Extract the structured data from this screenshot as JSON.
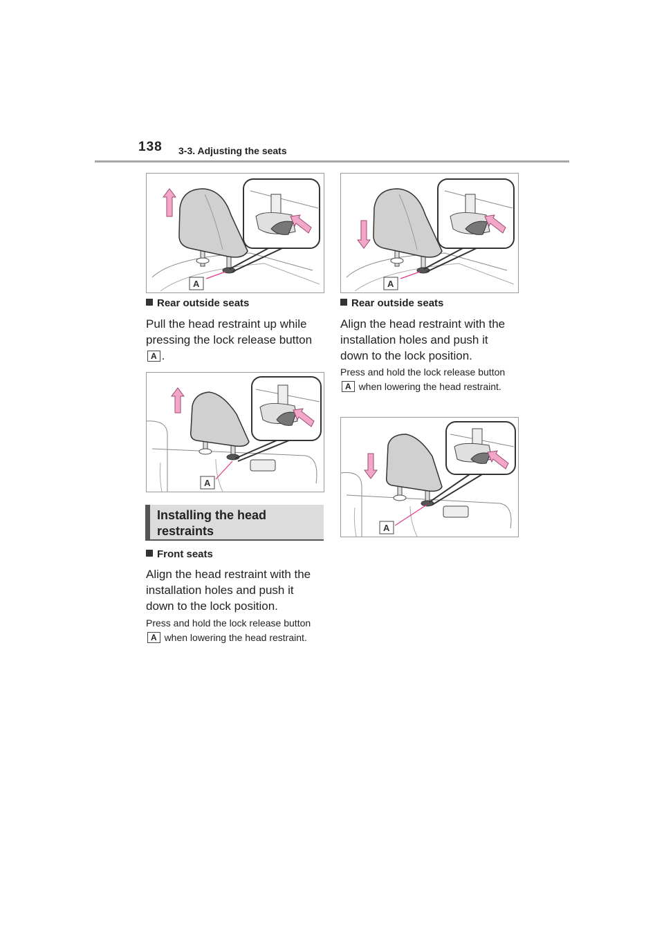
{
  "header": {
    "page_number": "138",
    "section": "3-3. Adjusting the seats"
  },
  "figure_label": "A",
  "left_column": {
    "rear_outside_heading": "Rear outside seats",
    "rear_outside_text": "Pull the head restraint up while pressing the lock release button",
    "rear_outside_period": ".",
    "install_section_title": "Installing the head restraints",
    "front_seats_heading": "Front seats",
    "front_seats_text": "Align the head restraint with the installation holes and push it down to the lock position.",
    "front_note_before": "Press and hold the lock release button",
    "front_note_after": "when lowering the head restraint."
  },
  "right_column": {
    "rear_outside_heading": "Rear outside seats",
    "rear_outside_text": "Align the head restraint with the installation holes and push it down to the lock position.",
    "note_before": "Press and hold the lock release button",
    "note_after": "when lowering the head restraint."
  },
  "colors": {
    "arrow_pink": "#f2a6c8",
    "leader_line": "#e0398b",
    "rule_gray": "#a6a6a6",
    "section_bg": "#dcdcdc"
  },
  "icons": [
    "arrow-up-icon",
    "arrow-down-icon",
    "arrow-press-icon"
  ]
}
